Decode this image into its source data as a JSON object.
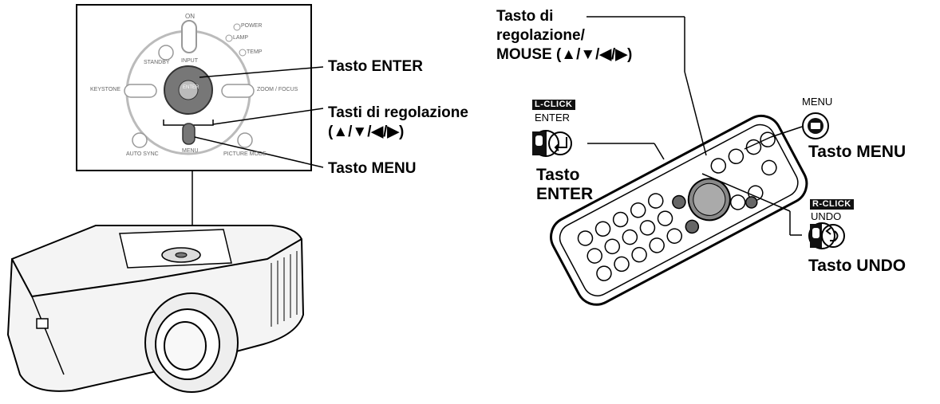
{
  "projector_panel": {
    "on_label": "ON",
    "power_label": "POWER",
    "lamp_label": "LAMP",
    "temp_label": "TEMP",
    "standby_label": "STANDBY",
    "input_label": "INPUT",
    "enter_label": "ENTER",
    "keystone_label": "KEYSTONE",
    "zoom_focus_label": "ZOOM / FOCUS",
    "auto_sync_label": "AUTO SYNC",
    "menu_label": "MENU",
    "picture_mode_label": "PICTURE MODE"
  },
  "callouts_left": {
    "enter": "Tasto ENTER",
    "adjust_line1": "Tasti di regolazione",
    "adjust_line2": "(▲/▼/◀/▶)",
    "menu": "Tasto MENU"
  },
  "callouts_right": {
    "adjust_line1": "Tasto di",
    "adjust_line2": "regolazione/",
    "adjust_line3": "MOUSE (▲/▼/◀/▶)",
    "lclick_badge": "L-CLICK",
    "enter_small": "ENTER",
    "enter_line1": "Tasto",
    "enter_line2": "ENTER",
    "menu_small": "MENU",
    "menu": "Tasto MENU",
    "rclick_badge": "R-CLICK",
    "undo_small": "UNDO",
    "undo": "Tasto UNDO"
  }
}
